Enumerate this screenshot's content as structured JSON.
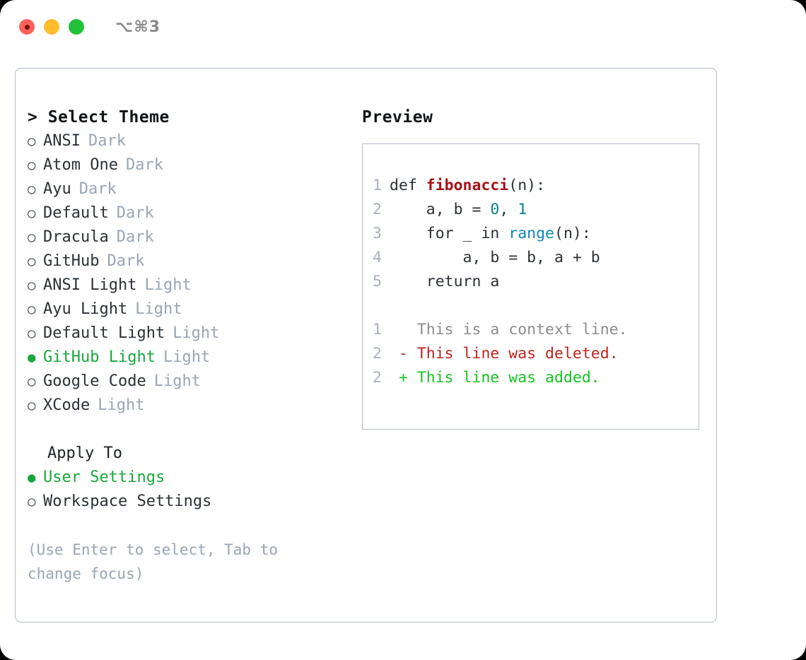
{
  "titlebar": {
    "lights": [
      {
        "name": "close",
        "color": "#ff6159"
      },
      {
        "name": "minimize",
        "color": "#ffbd2e"
      },
      {
        "name": "zoom",
        "color": "#21c23a"
      }
    ],
    "shortcut": "⌥⌘3"
  },
  "colors": {
    "accent_green": "#17a83c",
    "muted": "#9aa5b4",
    "border": "#b4bcc9",
    "text": "#2b3137",
    "diff_add": "#16c422",
    "diff_del": "#c0241e",
    "diff_ctx": "#8d8d8d"
  },
  "theme_list": {
    "header": "> Select Theme",
    "radio_on": "●",
    "radio_off": "○",
    "items": [
      {
        "label": "ANSI",
        "kind": "Dark",
        "selected": false
      },
      {
        "label": "Atom One",
        "kind": "Dark",
        "selected": false
      },
      {
        "label": "Ayu",
        "kind": "Dark",
        "selected": false
      },
      {
        "label": "Default",
        "kind": "Dark",
        "selected": false
      },
      {
        "label": "Dracula",
        "kind": "Dark",
        "selected": false
      },
      {
        "label": "GitHub",
        "kind": "Dark",
        "selected": false
      },
      {
        "label": "ANSI Light",
        "kind": "Light",
        "selected": false
      },
      {
        "label": "Ayu Light",
        "kind": "Light",
        "selected": false
      },
      {
        "label": "Default Light",
        "kind": "Light",
        "selected": false
      },
      {
        "label": "GitHub Light",
        "kind": "Light",
        "selected": true
      },
      {
        "label": "Google Code",
        "kind": "Light",
        "selected": false
      },
      {
        "label": "XCode",
        "kind": "Light",
        "selected": false
      }
    ]
  },
  "apply_to": {
    "header": "Apply To",
    "items": [
      {
        "label": "User Settings",
        "kind": "",
        "selected": true
      },
      {
        "label": "Workspace Settings",
        "kind": "",
        "selected": false
      }
    ]
  },
  "hint": "(Use Enter to select, Tab to change focus)",
  "preview": {
    "title": "Preview",
    "code_lines": [
      {
        "n": "1",
        "segments": [
          {
            "t": "def ",
            "cls": "code-body"
          },
          {
            "t": "fibonacci",
            "cls": "tok-fn"
          },
          {
            "t": "(n):",
            "cls": "code-body"
          }
        ]
      },
      {
        "n": "2",
        "segments": [
          {
            "t": "    a, b = ",
            "cls": "code-body"
          },
          {
            "t": "0",
            "cls": "tok-num"
          },
          {
            "t": ", ",
            "cls": "code-body"
          },
          {
            "t": "1",
            "cls": "tok-num"
          }
        ]
      },
      {
        "n": "3",
        "segments": [
          {
            "t": "    for _ in ",
            "cls": "code-body"
          },
          {
            "t": "range",
            "cls": "tok-bi"
          },
          {
            "t": "(n):",
            "cls": "code-body"
          }
        ]
      },
      {
        "n": "4",
        "segments": [
          {
            "t": "        a, b = b, a + b",
            "cls": "code-body"
          }
        ]
      },
      {
        "n": "5",
        "segments": [
          {
            "t": "    return a",
            "cls": "code-body"
          }
        ]
      }
    ],
    "diff_lines": [
      {
        "n": "1",
        "marker": "  ",
        "text": "This is a context line.",
        "cls": "diff-ctx"
      },
      {
        "n": "2",
        "marker": "- ",
        "text": "This line was deleted.",
        "cls": "diff-del"
      },
      {
        "n": "2",
        "marker": "+ ",
        "text": "This line was added.",
        "cls": "diff-add"
      }
    ]
  }
}
